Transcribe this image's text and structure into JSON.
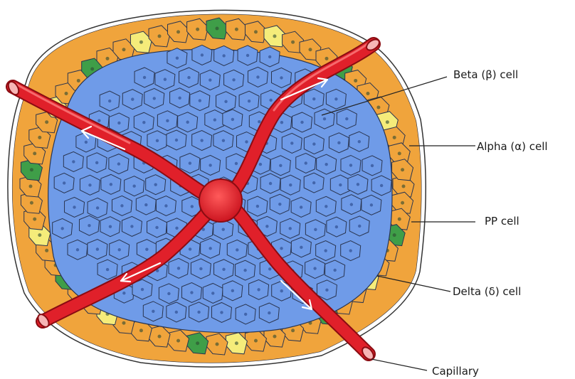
{
  "labels": {
    "beta": "Beta (β) cell",
    "alpha": "Alpha (α) cell",
    "pp": "PP cell",
    "delta": "Delta (δ) cell",
    "capillary": "Capillary"
  },
  "colors": {
    "beta_cell": "#6f9be8",
    "alpha_cell": "#f0a43c",
    "pp_cell": "#3f9e48",
    "delta_cell": "#f5ec7a",
    "capillary": "#e0202a",
    "outline": "#2a3550"
  }
}
